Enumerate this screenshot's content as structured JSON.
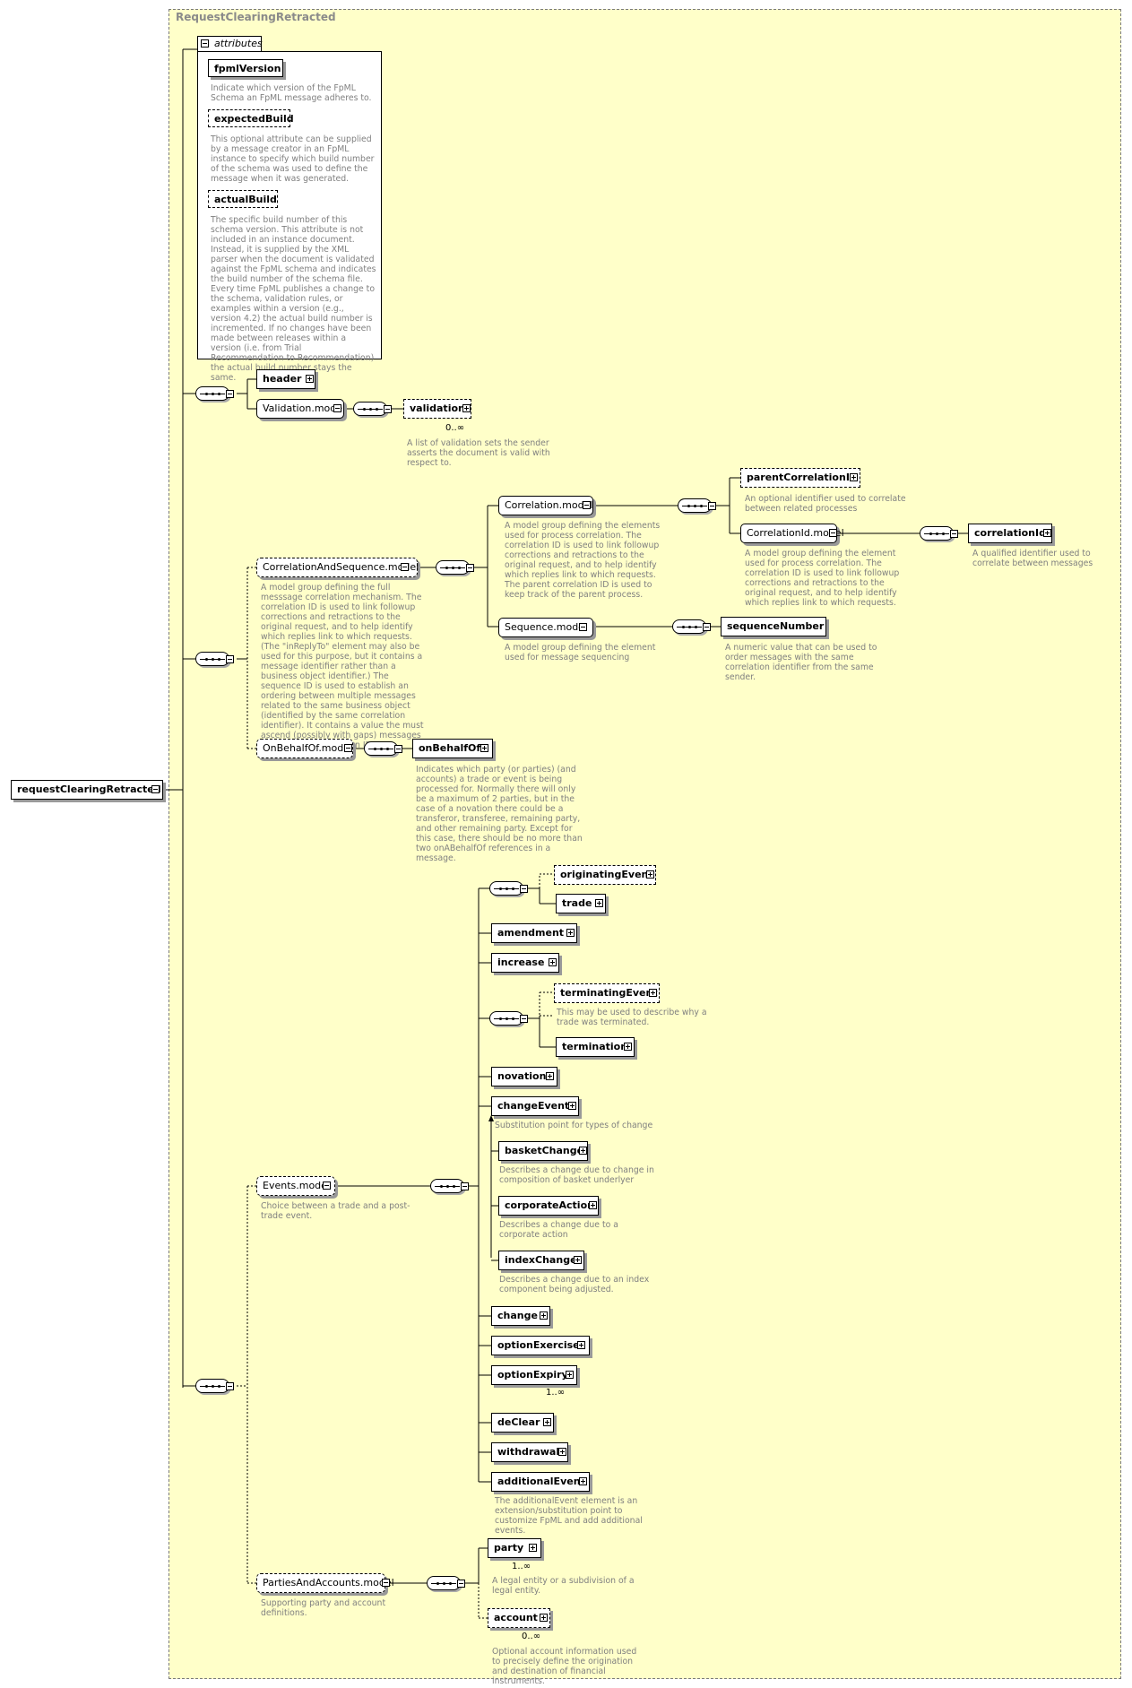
{
  "frame": {
    "title": "RequestClearingRetracted"
  },
  "root": {
    "label": "requestClearingRetracted"
  },
  "attributes": {
    "header": "attributes",
    "items": [
      {
        "name": "fpmlVersion",
        "note": "Indicate which version of the FpML Schema an FpML message adheres to."
      },
      {
        "name": "expectedBuild",
        "note": "This optional attribute can be supplied by a message creator in an FpML instance to specify which build number of the schema was used to define the message when it was generated."
      },
      {
        "name": "actualBuild",
        "note": "The specific build number of this schema version. This attribute is not included in an instance document. Instead, it is supplied by the XML parser when the document is validated against the FpML schema and indicates the build number of the schema file. Every time FpML publishes a change to the schema, validation rules, or examples within a version (e.g., version 4.2) the actual build number is incremented. If no changes have been made between releases within a version (i.e. from Trial Recommendation to Recommendation) the actual build number stays the same."
      }
    ]
  },
  "nodes": {
    "header": "header",
    "validation_model": "Validation.model",
    "validation": "validation",
    "validation_card": "0..∞",
    "validation_note": "A list of validation sets the sender asserts the document is valid with respect to.",
    "cas_model": "CorrelationAndSequence.model",
    "cas_note": "A model group defining the full messsage correlation mechanism. The correlation ID is used to link followup corrections and retractions to the original request, and to help identify which replies link to which requests. (The \"inReplyTo\" element may also be used for this purpose, but it contains a message identifier rather than a business object identifier.) The sequence ID is used to establish an ordering between multiple messages related to the same business object (identified by the same correlation identifier). It contains a value the must ascend (possibly with gaps) messages on the same correlation ID.",
    "correlation_model": "Correlation.model",
    "correlation_note": "A model group defining the elements used for process correlation. The correlation ID is used to link followup corrections and retractions to the original request, and to help identify which replies link to which requests. The parent correlation ID is used to keep track of the parent process.",
    "parent_corr": "parentCorrelationId",
    "parent_corr_note": "An optional identifier used to correlate between related processes",
    "corrid_model": "CorrelationId.model",
    "corrid_model_note": "A model group defining the element used for process correlation. The correlation ID is used to link followup corrections and retractions to the original request, and to help identify which replies link to which requests.",
    "corrid": "correlationId",
    "corrid_note": "A qualified identifier used to correlate between messages",
    "sequence_model": "Sequence.model",
    "sequence_model_note": "A model group defining the element used for message sequencing",
    "seqnum": "sequenceNumber",
    "seqnum_note": "A numeric value that can be used to order messages with the same correlation identifier from the same sender.",
    "obo_model": "OnBehalfOf.model",
    "obo": "onBehalfOf",
    "obo_note": "Indicates which party (or parties) (and accounts) a trade or event is being processed for. Normally there will only be a maximum of 2 parties, but in the case of a novation there could be a transferor, transferee, remaining party, and other remaining party. Except for this case, there should be no more than two onABehalfOf references in a message.",
    "events_model": "Events.model",
    "events_note": "Choice between a trade and a post-trade event.",
    "originating": "originatingEvent",
    "trade": "trade",
    "amendment": "amendment",
    "increase": "increase",
    "terminating": "terminatingEvent",
    "terminating_note": "This may be used to describe why a trade was terminated.",
    "termination": "termination",
    "novation": "novation",
    "changeEvent": "changeEvent",
    "changeEvent_note": "Substitution point for types of change",
    "basketChange": "basketChange",
    "basketChange_note": "Describes a change due to change in composition of basket underlyer",
    "corporateAction": "corporateAction",
    "corporateAction_note": "Describes a change due to a corporate action",
    "indexChange": "indexChange",
    "indexChange_note": "Describes a change due to an index component being adjusted.",
    "change": "change",
    "optionExercise": "optionExercise",
    "optionExpiry": "optionExpiry",
    "optionExpiry_card": "1..∞",
    "deClear": "deClear",
    "withdrawal": "withdrawal",
    "additionalEvent": "additionalEvent",
    "additionalEvent_note": "The additionalEvent element is an extension/substitution point to customize FpML and add additional events.",
    "pa_model": "PartiesAndAccounts.model",
    "pa_note": "Supporting party and account definitions.",
    "party": "party",
    "party_card": "1..∞",
    "party_note": "A legal entity or a subdivision of a legal entity.",
    "account": "account",
    "account_card": "0..∞",
    "account_note": "Optional account information used to precisely define the origination and destination of financial instruments."
  }
}
